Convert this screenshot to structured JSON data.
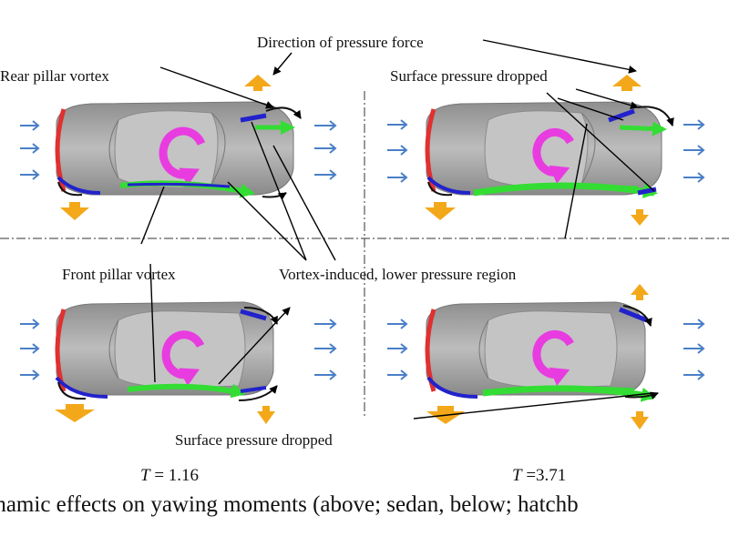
{
  "labels": {
    "direction_of_pressure_force": "Direction of pressure force",
    "rear_pillar_vortex": "Rear pillar vortex",
    "surface_pressure_dropped_top": "Surface pressure dropped",
    "front_pillar_vortex": "Front pillar vortex",
    "vortex_induced_region": "Vortex-induced, lower pressure region",
    "surface_pressure_dropped_bottom": "Surface pressure dropped"
  },
  "time_labels": {
    "left": {
      "var": "T",
      "rest": " = 1.16"
    },
    "right": {
      "var": "T",
      "rest": " =3.71"
    }
  },
  "caption": "rnamic effects on yawing moments (above; sedan, below; hatchb",
  "panels": [
    {
      "id": "sedan-t1",
      "body": "sedan"
    },
    {
      "id": "sedan-t2",
      "body": "sedan"
    },
    {
      "id": "hatchback-t1",
      "body": "hatchback"
    },
    {
      "id": "hatchback-t2",
      "body": "hatchback"
    }
  ],
  "colors": {
    "car_body": "#a9a9a9",
    "car_roof": "#c4c4c4",
    "flow_arrow": "#4a7fc8",
    "pressure_arrow": "#f3a81a",
    "rotation_arrow": "#e83ce0",
    "vortex_green": "#33dd33",
    "vortex_blue": "#2222cc",
    "front_edge": "#e03030"
  }
}
